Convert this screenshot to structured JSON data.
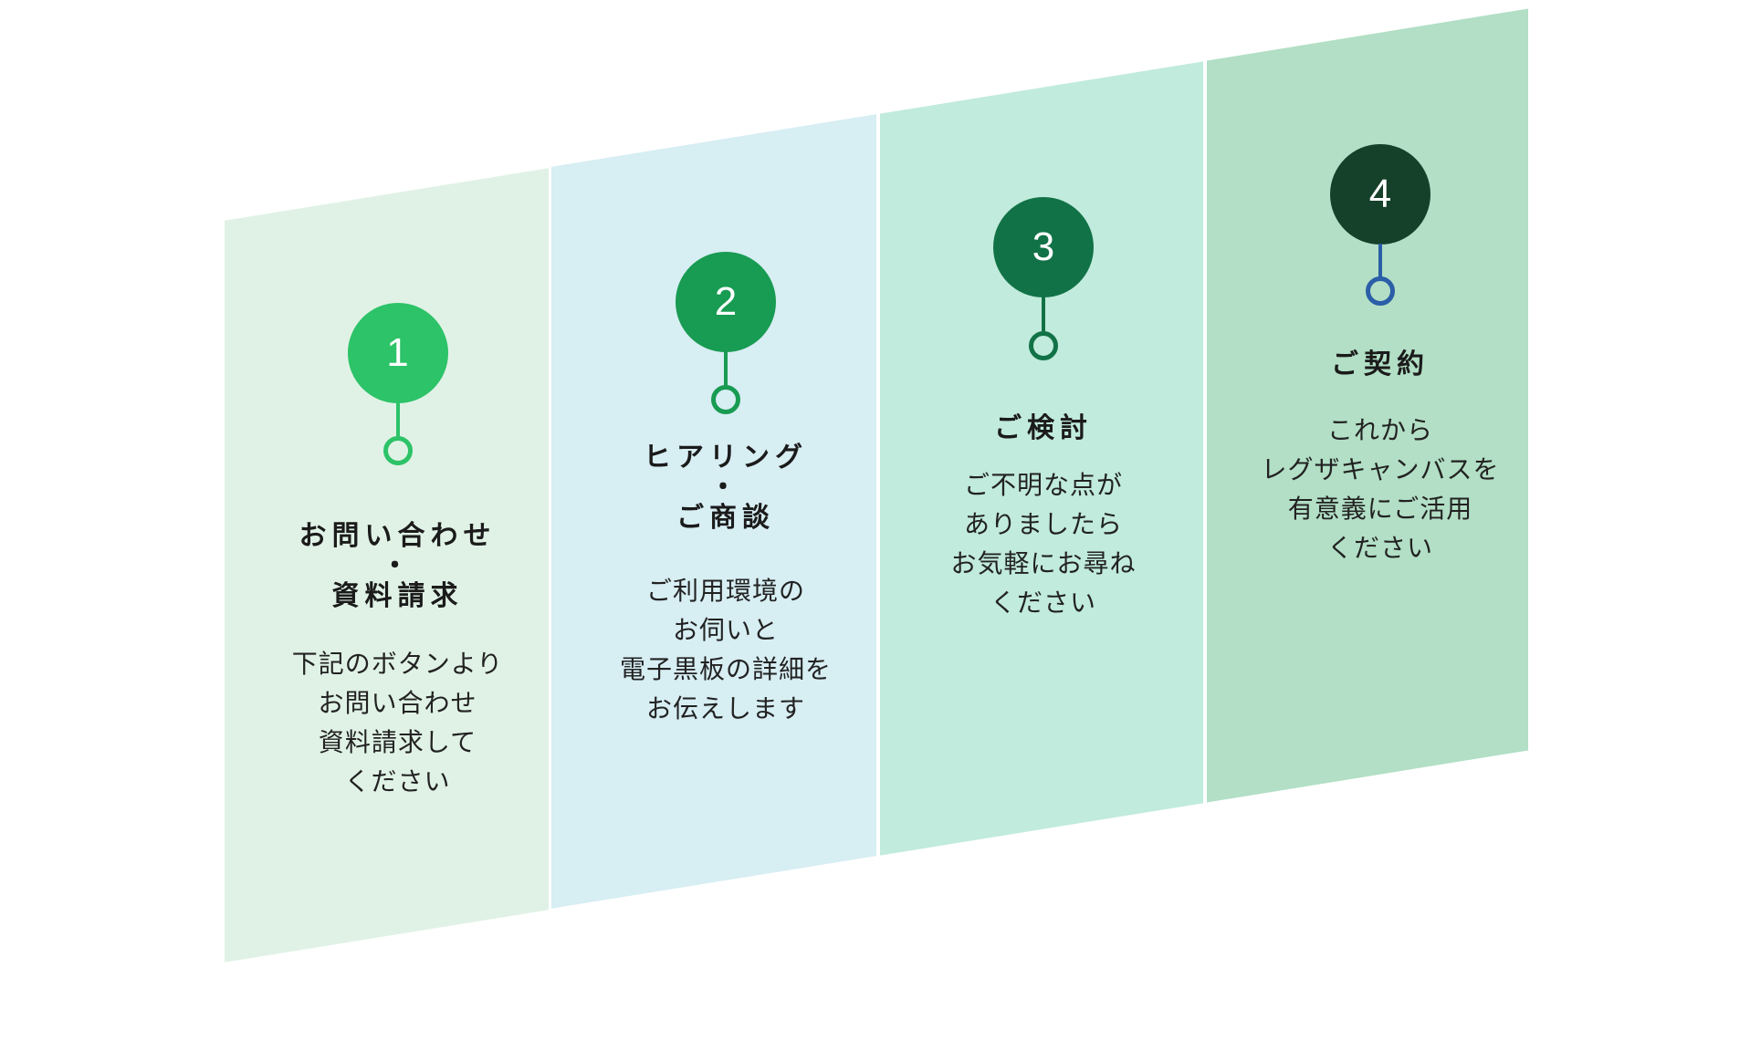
{
  "page": {
    "background_color": "#ffffff",
    "text_color": "#1b1b1b"
  },
  "flow": {
    "steps": [
      {
        "number": "1",
        "title": "お問い合わせ\n・\n資料請求",
        "description": "下記のボタンより\nお問い合わせ\n資料請求して\nください",
        "panel_color": "#e0f2e6",
        "circle_color": "#2dc368",
        "connector_color": "#2dc368",
        "number_color": "#ffffff"
      },
      {
        "number": "2",
        "title": "ヒアリング\n・\nご商談",
        "description": "ご利用環境の\nお伺いと\n電子黒板の詳細を\nお伝えします",
        "panel_color": "#d7eef3",
        "circle_color": "#189b52",
        "connector_color": "#189b52",
        "number_color": "#ffffff"
      },
      {
        "number": "3",
        "title": "ご検討",
        "description": "ご不明な点が\nありましたら\nお気軽にお尋ね\nください",
        "panel_color": "#c1ebdc",
        "circle_color": "#127247",
        "connector_color": "#127247",
        "number_color": "#ffffff"
      },
      {
        "number": "4",
        "title": "ご契約",
        "description": "これから\nレグザキャンバスを\n有意義にご活用\nください",
        "panel_color": "#b2dfc5",
        "circle_color": "#15402a",
        "connector_color": "#2b5ea7",
        "number_color": "#ffffff"
      }
    ]
  }
}
